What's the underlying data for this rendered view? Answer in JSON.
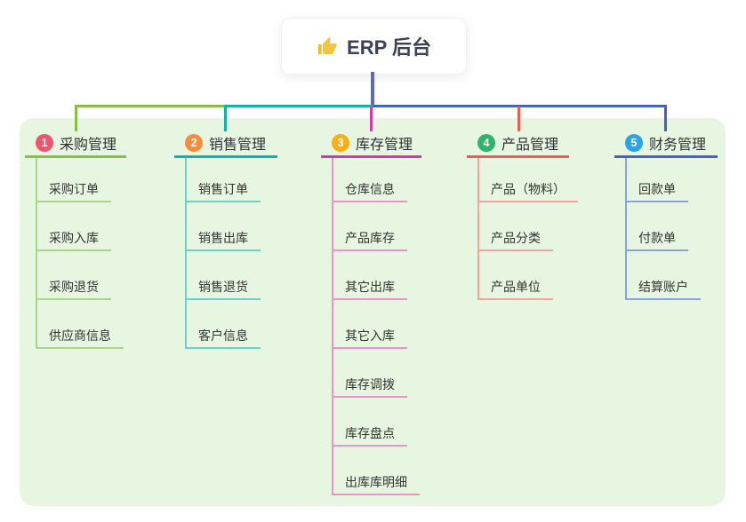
{
  "root": {
    "title": "ERP 后台",
    "icon": "thumbs-up"
  },
  "colors": {
    "panel_bg": "#e7f6e0",
    "root_line": "#5b68c7",
    "root_text": "#3d4155",
    "child_text": "#333333",
    "thumb_icon": "#f2b630"
  },
  "branches": [
    {
      "index": "1",
      "label": "采购管理",
      "color": "#85bf4b",
      "light_color": "#a9d48b",
      "badge_color": "#f4536e",
      "children": [
        "采购订单",
        "采购入库",
        "采购退货",
        "供应商信息"
      ]
    },
    {
      "index": "2",
      "label": "销售管理",
      "color": "#0fb2a9",
      "light_color": "#6fd0c8",
      "badge_color": "#f98c3b",
      "children": [
        "销售订单",
        "销售出库",
        "销售退货",
        "客户信息"
      ]
    },
    {
      "index": "3",
      "label": "库存管理",
      "color": "#d13ba3",
      "light_color": "#ee92cb",
      "badge_color": "#fbaf16",
      "children": [
        "仓库信息",
        "产品库存",
        "其它出库",
        "其它入库",
        "库存调拨",
        "库存盘点",
        "出库库明细"
      ]
    },
    {
      "index": "4",
      "label": "产品管理",
      "color": "#f25953",
      "light_color": "#f8a39e",
      "badge_color": "#2fb56a",
      "children": [
        "产品（物料）",
        "产品分类",
        "产品单位"
      ]
    },
    {
      "index": "5",
      "label": "财务管理",
      "color": "#4462c6",
      "light_color": "#8ba3dc",
      "badge_color": "#29a3ea",
      "children": [
        "回款单",
        "付款单",
        "结算账户"
      ]
    }
  ]
}
